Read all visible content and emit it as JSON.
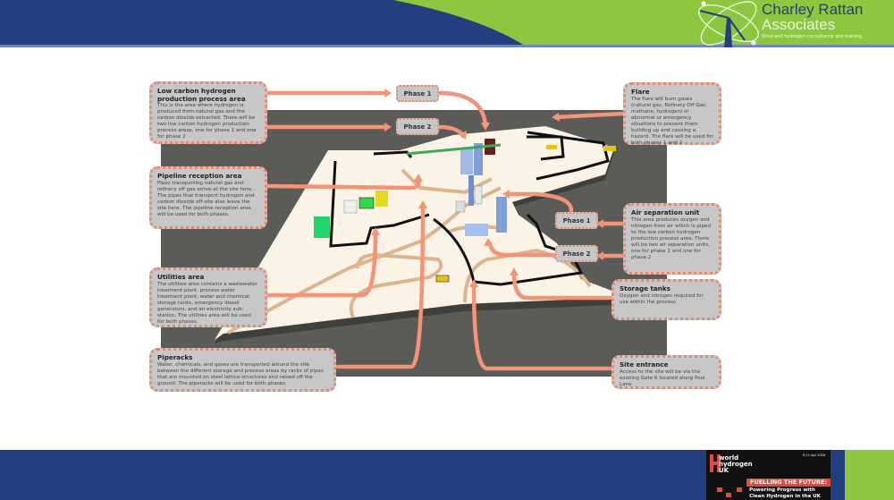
{
  "header": {
    "logo": {
      "name": "Charley Rattan",
      "name2": "Associates",
      "tagline": "Wind and hydrogen consultancy and training"
    },
    "colors": {
      "blue": "#243f80",
      "green": "#8dc63f"
    }
  },
  "diagram": {
    "phase_labels": {
      "top_phase1": "Phase 1",
      "top_phase2": "Phase 2",
      "right_phase1": "Phase 1",
      "right_phase2": "Phase 2"
    },
    "callouts": [
      {
        "title": "Low carbon hydrogen production process area",
        "body": "This is the area where hydrogen is produced from natural gas and the carbon dioxide extracted. There will be two low carbon hydrogen production process areas, one for phase 1 and one for phase 2"
      },
      {
        "title": "Pipeline reception area",
        "body": "Pipes transporting natural gas and refinery off gas arrive at the site here. The pipes that transport hydrogen and carbon dioxide off-site also leave the site here. The pipeline reception area will be used for both phases."
      },
      {
        "title": "Utilities area",
        "body": "The utilities area contains a wastewater treatment plant, process water treatment plant, water and chemical storage tanks, emergency diesel generators, and an electricity sub-station. The utilities area will be used for both phases."
      },
      {
        "title": "Piperacks",
        "body": "Water, chemicals, and gases are transported around the site between the different storage and process areas by racks of pipes that are mounted on steel lattice structures and raised off the ground. The piperacks will be used for both phases"
      },
      {
        "title": "Flare",
        "body": "The flare will burn gases (natural gas, Refinery Off Gas, methane, hydrogen) in abnormal or emergency situations to prevent them building up and causing a hazard. The flare will be used for both phases 1 and 2"
      },
      {
        "title": "Air separation unit",
        "body": "This area produces oxygen and nitrogen from air which is piped to the low carbon hydrogen production process area. There will be two air separation units, one for phase 1 and one for phase 2"
      },
      {
        "title": "Storage tanks",
        "body": "Oxygen and nitrogen required for use within the process"
      },
      {
        "title": "Site entrance",
        "body": "Access to the site will be via the existing Gate 6 located along Pool Lane"
      }
    ]
  },
  "footer": {
    "badge": {
      "line1": "world",
      "line2": "hydrogen",
      "line3": "UK",
      "date": "9-11 Apr 2026",
      "headline": "FUELLING THE FUTURE:",
      "sub1": "Powering Progress with",
      "sub2": "Clean Hydrogen in the UK"
    }
  }
}
